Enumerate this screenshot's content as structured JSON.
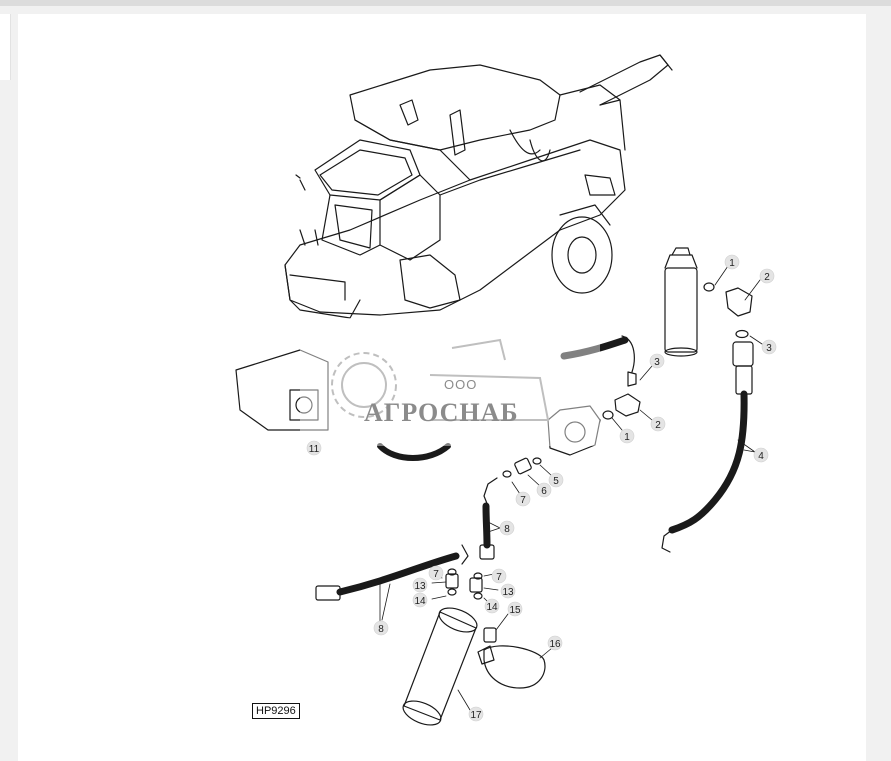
{
  "figure_code": "HP9296",
  "watermark": {
    "prefix": "ООО",
    "name": "АГРОСНАБ"
  },
  "callouts": [
    "1",
    "2",
    "3",
    "1",
    "2",
    "3",
    "4",
    "5",
    "6",
    "7",
    "8",
    "7",
    "13",
    "14",
    "7",
    "13",
    "14",
    "8",
    "15",
    "16",
    "17",
    "11"
  ],
  "colors": {
    "line": "#1a1a1a",
    "watermark": "#8b8b8b",
    "callout_fill": "#e4e4e4"
  }
}
